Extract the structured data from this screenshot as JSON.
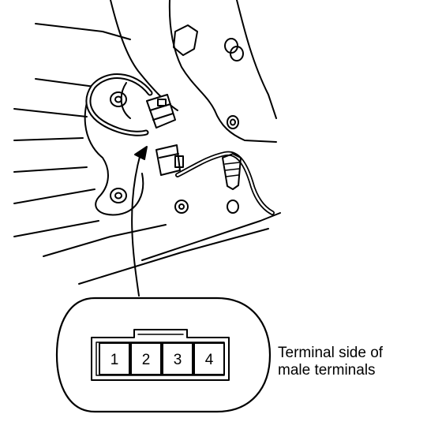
{
  "connector": {
    "pins": [
      "1",
      "2",
      "3",
      "4"
    ]
  },
  "callout": {
    "line1": "Terminal side of",
    "line2": "male terminals"
  }
}
